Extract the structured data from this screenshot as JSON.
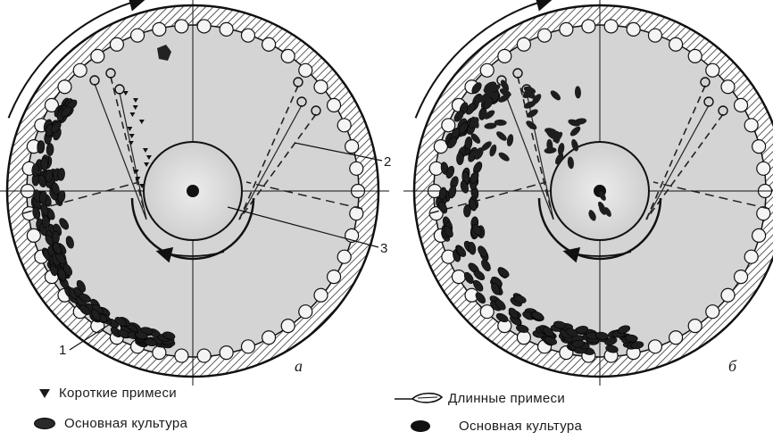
{
  "labels": {
    "part1": "1",
    "part2": "2",
    "part3": "3",
    "panel_a": "а",
    "panel_b": "б"
  },
  "legend": {
    "short_impurities": "Короткие примеси",
    "main_crop_left": "Основная культура",
    "long_impurities": "Длинные примеси",
    "main_crop_right": "Основная культура"
  }
}
